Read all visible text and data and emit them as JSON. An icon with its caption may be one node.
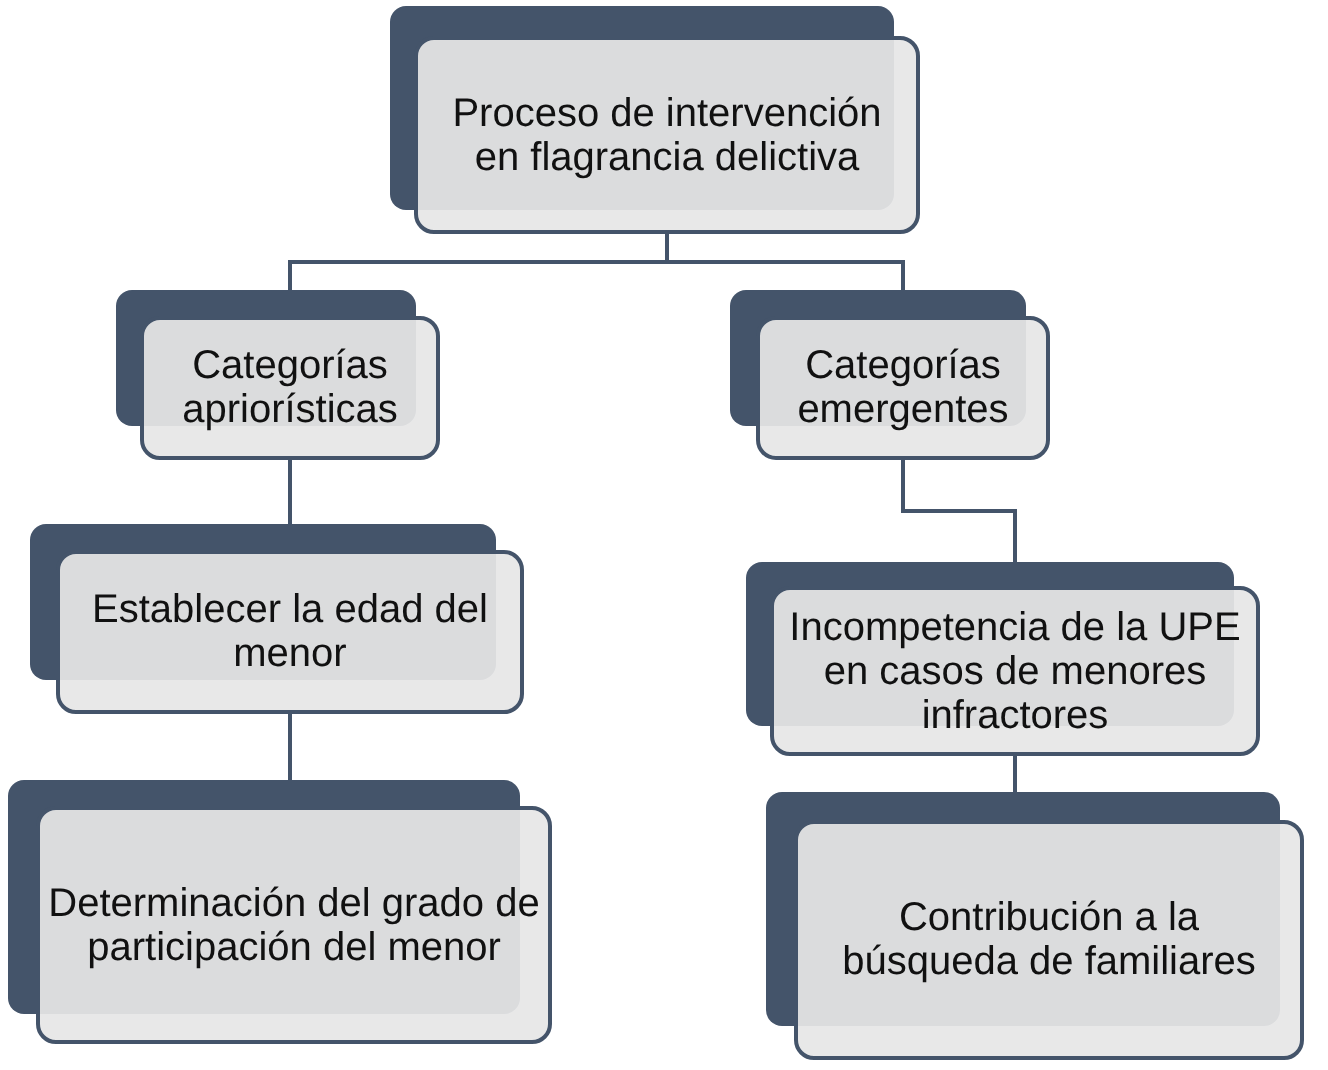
{
  "diagram": {
    "nodes": [
      {
        "text": [
          "Proceso de intervención en flagrancia delictiva"
        ]
      },
      {
        "text": [
          "Categorías apriorísticas"
        ]
      },
      {
        "text": [
          "Categorías emergentes"
        ]
      },
      {
        "text": [
          "Establecer la edad del menor"
        ]
      },
      {
        "text": [
          "Incompetencia de la UPE en casos de menores infractores"
        ]
      },
      {
        "text": [
          "Determinación del grado de participación del menor"
        ]
      },
      {
        "text": [
          "Contribución a la búsqueda de familiares"
        ]
      }
    ],
    "edges": [
      {
        "from": 0,
        "to": 1,
        "arrow": "none"
      },
      {
        "from": 0,
        "to": 2,
        "arrow": "none"
      },
      {
        "from": 1,
        "to": 3,
        "arrow": "none"
      },
      {
        "from": 3,
        "to": 5,
        "arrow": "none"
      },
      {
        "from": 2,
        "to": 4,
        "arrow": "none"
      },
      {
        "from": 4,
        "to": 6,
        "arrow": "none"
      }
    ]
  }
}
